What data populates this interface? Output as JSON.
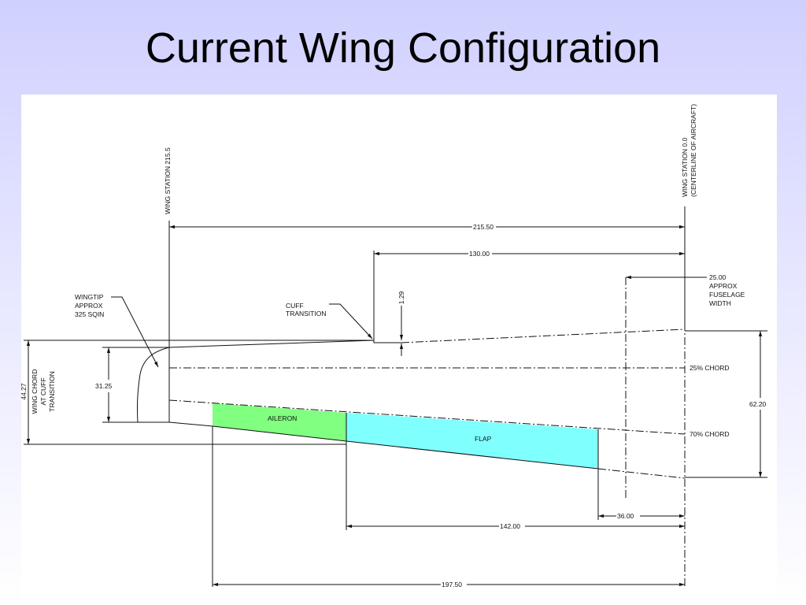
{
  "slide": {
    "title": "Current Wing Configuration"
  },
  "diagram": {
    "wing_station_tip": "WING STATION 215.5",
    "wing_station_root_1": "WING STATION 0.0",
    "wing_station_root_2": "(CENTERLINE OF AIRCRAFT)",
    "wingtip": [
      "WINGTIP",
      "APPROX",
      "325 SQIN"
    ],
    "cuff": [
      "CUFF",
      "TRANSITION"
    ],
    "fuselage": [
      "25.00",
      "APPROX",
      "FUSELAGE",
      "WIDTH"
    ],
    "chord_at_cuff": [
      "44.27",
      "WING CHORD",
      "AT CUFF",
      "TRANSITION"
    ],
    "dims": {
      "span": "215.50",
      "inboard": "130.00",
      "cuff_step": "1.29",
      "tip_chord": "31.25",
      "root_chord": "62.20",
      "flap_to_root": "36.00",
      "aileron_to_root": "142.00",
      "control_span": "197.50"
    },
    "quarter_chord": "25% CHORD",
    "seventy_chord": "70% CHORD",
    "aileron": "AILERON",
    "flap": "FLAP",
    "colors": {
      "aileron": "#80ff80",
      "flap": "#80ffff",
      "slide_bg_top": "#d0d0ff"
    }
  }
}
